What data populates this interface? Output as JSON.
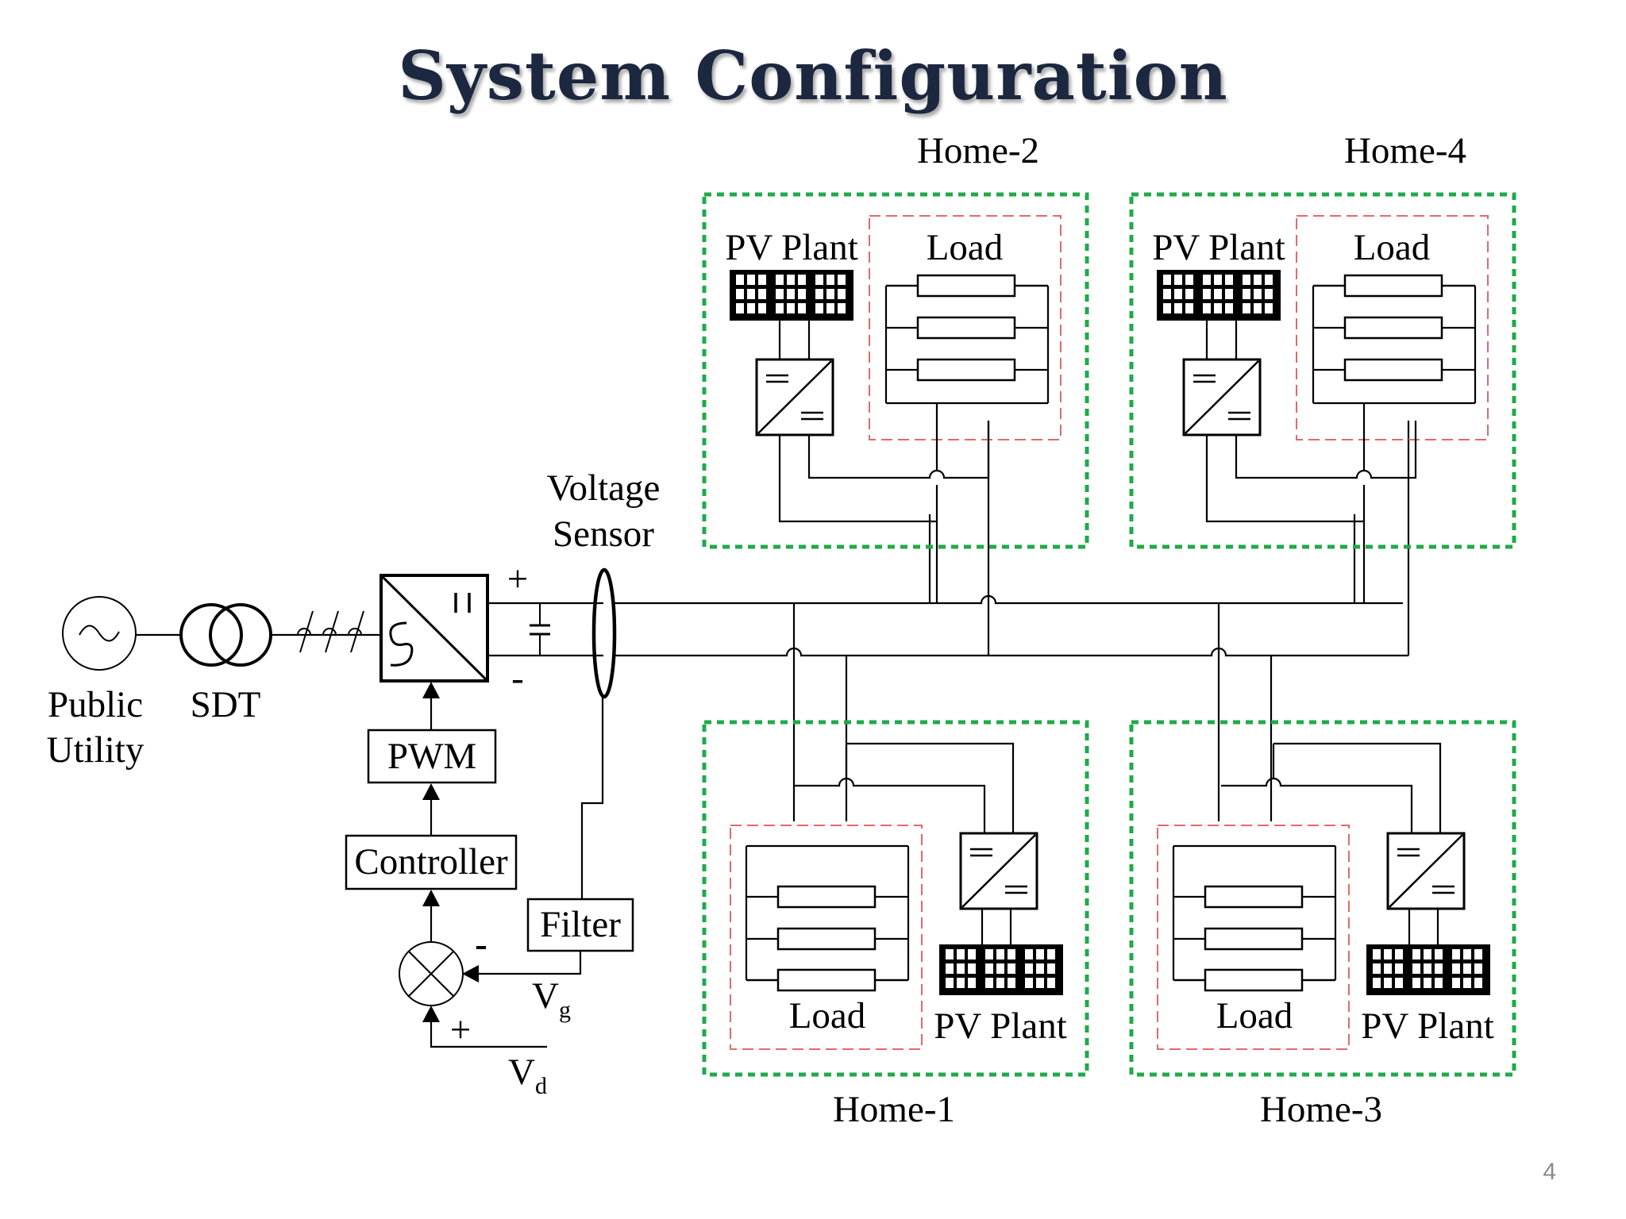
{
  "title": "System Configuration",
  "slide_number": "4",
  "source": {
    "label_line1": "Public",
    "label_line2": "Utility"
  },
  "transformer": {
    "label": "SDT"
  },
  "sensor": {
    "label_line1": "Voltage",
    "label_line2": "Sensor"
  },
  "dc_link": {
    "plus": "+",
    "minus": "-"
  },
  "control": {
    "pwm": "PWM",
    "controller": "Controller",
    "filter": "Filter",
    "summer_minus": "-",
    "summer_plus": "+",
    "vg_main": "V",
    "vg_sub": "g",
    "vd_main": "V",
    "vd_sub": "d"
  },
  "homes": [
    {
      "name": "Home-1",
      "pv_label": "PV Plant",
      "load_label": "Load"
    },
    {
      "name": "Home-2",
      "pv_label": "PV Plant",
      "load_label": "Load"
    },
    {
      "name": "Home-3",
      "pv_label": "PV Plant",
      "load_label": "Load"
    },
    {
      "name": "Home-4",
      "pv_label": "PV Plant",
      "load_label": "Load"
    }
  ],
  "colors": {
    "home_boundary": "#1faa4a",
    "load_boundary": "#e06a6a",
    "title": "#1c2740"
  }
}
